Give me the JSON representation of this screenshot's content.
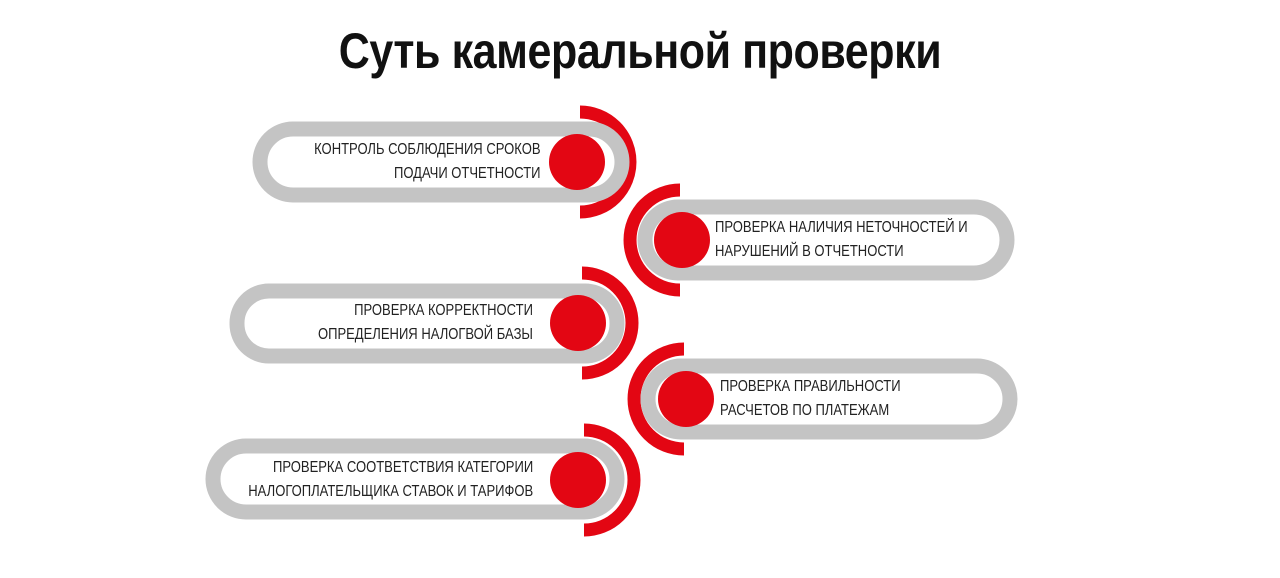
{
  "title": "Суть камеральной проверки",
  "colors": {
    "accent": "#e30613",
    "pill": "#c4c4c4",
    "text": "#222222"
  },
  "items": [
    {
      "line1": "Контроль соблюдения сроков",
      "line2": "подачи отчетности",
      "side": "left"
    },
    {
      "line1": "Проверка наличия неточностей и",
      "line2": "нарушений в отчетности",
      "side": "right"
    },
    {
      "line1": "Проверка корректности",
      "line2": "определения налогвой базы",
      "side": "left"
    },
    {
      "line1": "Проверка правильности",
      "line2": "расчетов по платежам",
      "side": "right"
    },
    {
      "line1": "Проверка соответствия категории",
      "line2": "налогоплательщика ставок и тарифов",
      "side": "left"
    }
  ]
}
